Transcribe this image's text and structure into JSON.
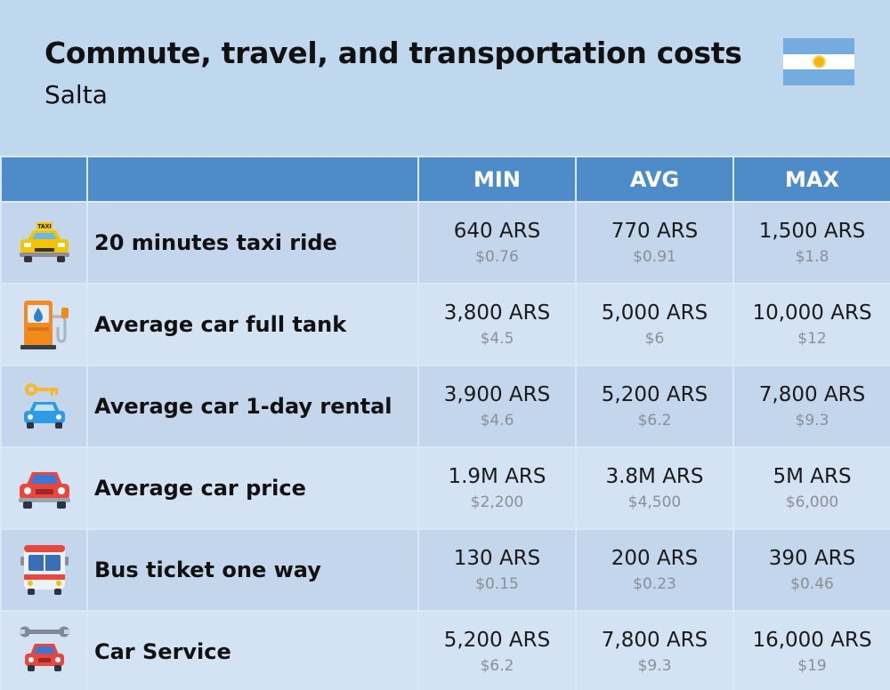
{
  "header": {
    "title": "Commute, travel, and transportation costs",
    "subtitle": "Salta",
    "flag_icon": "argentina-flag-icon"
  },
  "colors": {
    "background": "#bfd8ee",
    "header_row": "#4d8cc8",
    "row_odd": "#c3d6ec",
    "row_even": "#d4e3f3"
  },
  "columns": [
    "",
    "",
    "MIN",
    "AVG",
    "MAX"
  ],
  "chart_data": {
    "type": "table",
    "title": "Commute, travel, and transportation costs",
    "subtitle": "Salta",
    "columns": [
      "MIN",
      "AVG",
      "MAX"
    ],
    "rows": [
      {
        "icon": "taxi-icon",
        "label": "20 minutes taxi ride",
        "min": "640 ARS",
        "min_usd": "$0.76",
        "avg": "770 ARS",
        "avg_usd": "$0.91",
        "max": "1,500 ARS",
        "max_usd": "$1.8"
      },
      {
        "icon": "fuel-pump-icon",
        "label": "Average car full tank",
        "min": "3,800 ARS",
        "min_usd": "$4.5",
        "avg": "5,000 ARS",
        "avg_usd": "$6",
        "max": "10,000 ARS",
        "max_usd": "$12"
      },
      {
        "icon": "car-rental-key-icon",
        "label": "Average car 1-day rental",
        "min": "3,900 ARS",
        "min_usd": "$4.6",
        "avg": "5,200 ARS",
        "avg_usd": "$6.2",
        "max": "7,800 ARS",
        "max_usd": "$9.3"
      },
      {
        "icon": "car-icon",
        "label": "Average car price",
        "min": "1.9M ARS",
        "min_usd": "$2,200",
        "avg": "3.8M ARS",
        "avg_usd": "$4,500",
        "max": "5M ARS",
        "max_usd": "$6,000"
      },
      {
        "icon": "bus-icon",
        "label": "Bus ticket one way",
        "min": "130 ARS",
        "min_usd": "$0.15",
        "avg": "200 ARS",
        "avg_usd": "$0.23",
        "max": "390 ARS",
        "max_usd": "$0.46"
      },
      {
        "icon": "wrench-car-icon",
        "label": "Car Service",
        "min": "5,200 ARS",
        "min_usd": "$6.2",
        "avg": "7,800 ARS",
        "avg_usd": "$9.3",
        "max": "16,000 ARS",
        "max_usd": "$19"
      }
    ]
  }
}
